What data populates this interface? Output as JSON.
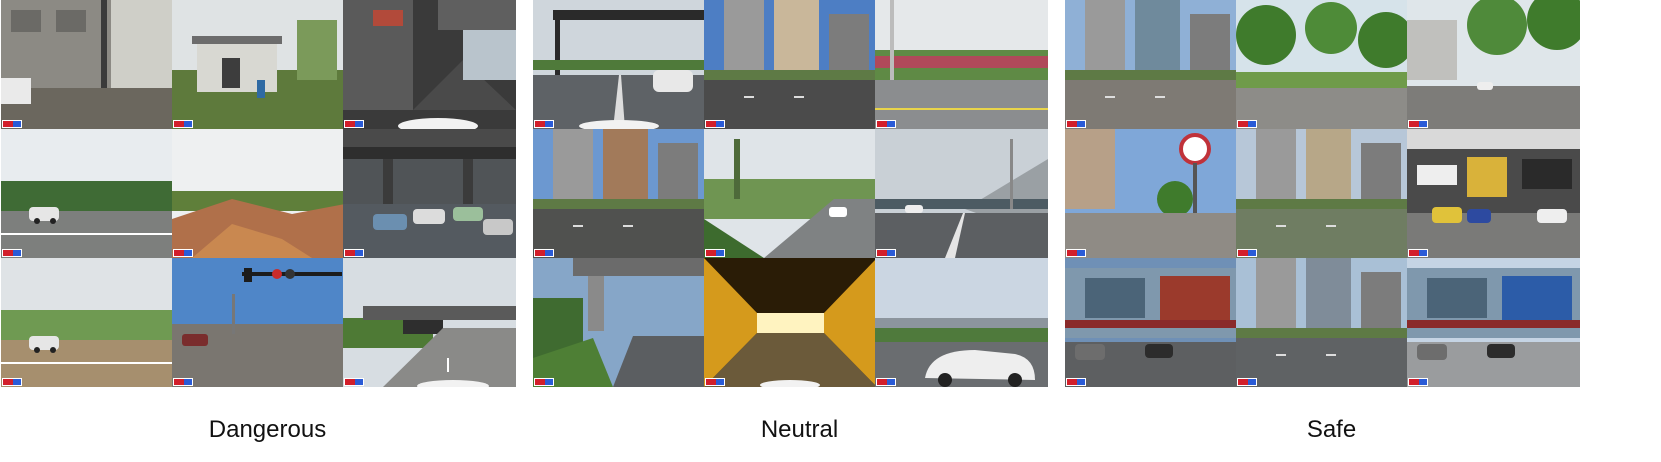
{
  "groups": [
    {
      "label": "Dangerous",
      "tiles": [
        {
          "sky": "#cfcfc8",
          "scene": "building",
          "ground": "#6b675e",
          "accent": "#8a7f70"
        },
        {
          "sky": "#dfe3e4",
          "scene": "shack",
          "ground": "#5e7a3c",
          "accent": "#2f6aa3"
        },
        {
          "sky": "#2e2e2e",
          "scene": "underpass",
          "ground": "#4a4a4a",
          "accent": "#b24a3a"
        },
        {
          "sky": "#e8ecef",
          "scene": "field-road",
          "ground": "#7d7f7d",
          "accent": "#3f6b35"
        },
        {
          "sky": "#eef0f1",
          "scene": "dirt",
          "ground": "#b0704a",
          "accent": "#5f7f3a"
        },
        {
          "sky": "#505457",
          "scene": "overpass",
          "ground": "#545a60",
          "accent": "#6b8fb0"
        },
        {
          "sky": "#dfe3e6",
          "scene": "field-road",
          "ground": "#a68f6e",
          "accent": "#6f9a52"
        },
        {
          "sky": "#4f86c8",
          "scene": "intersection",
          "ground": "#7a7670",
          "accent": "#1c1c1c"
        },
        {
          "sky": "#d7dde2",
          "scene": "bridge-road",
          "ground": "#8a8a88",
          "accent": "#4e7a35"
        }
      ]
    },
    {
      "label": "Neutral",
      "tiles": [
        {
          "sky": "#cfd6dc",
          "scene": "gantry-road",
          "ground": "#5e6266",
          "accent": "#2a2a2a"
        },
        {
          "sky": "#4d7ec4",
          "scene": "towers",
          "ground": "#4b4b4b",
          "accent": "#c9b79a"
        },
        {
          "sky": "#e5e8ea",
          "scene": "median",
          "ground": "#8b8d8f",
          "accent": "#b0495a"
        },
        {
          "sky": "#6c98d0",
          "scene": "towers",
          "ground": "#50514f",
          "accent": "#a27a5a"
        },
        {
          "sky": "#dfe4e8",
          "scene": "curve-road",
          "ground": "#7f8283",
          "accent": "#3d6b2e"
        },
        {
          "sky": "#c9d0d6",
          "scene": "highway",
          "ground": "#5c5f62",
          "accent": "#9aa0a4"
        },
        {
          "sky": "#86a6c8",
          "scene": "overpass-curve",
          "ground": "#5b5e61",
          "accent": "#4e7f35"
        },
        {
          "sky": "#5a3a08",
          "scene": "tunnel",
          "ground": "#d59a1c",
          "accent": "#fff3c0"
        },
        {
          "sky": "#cbd6e2",
          "scene": "city-road",
          "ground": "#6a6d70",
          "accent": "#eeeeee"
        }
      ]
    },
    {
      "label": "Safe",
      "tiles": [
        {
          "sky": "#8fb0d6",
          "scene": "towers",
          "ground": "#7e7a74",
          "accent": "#6f8a9c"
        },
        {
          "sky": "#d6e3ea",
          "scene": "park",
          "ground": "#8d8c88",
          "accent": "#3f7b2c"
        },
        {
          "sky": "#dfe6ea",
          "scene": "tree-street",
          "ground": "#7d7c79",
          "accent": "#4f8a3a"
        },
        {
          "sky": "#7fa7d8",
          "scene": "sign-street",
          "ground": "#8f8b85",
          "accent": "#c0323a"
        },
        {
          "sky": "#b7c7d8",
          "scene": "towers",
          "ground": "#6f7d62",
          "accent": "#b7a788"
        },
        {
          "sky": "#666a6e",
          "scene": "storefront",
          "ground": "#7a7a78",
          "accent": "#d9b23a"
        },
        {
          "sky": "#6f90b6",
          "scene": "mall",
          "ground": "#5d5f61",
          "accent": "#9b3a2c"
        },
        {
          "sky": "#a9c0d6",
          "scene": "towers",
          "ground": "#5f6264",
          "accent": "#7f8c99"
        },
        {
          "sky": "#c5d4e4",
          "scene": "mall",
          "ground": "#9a9c9e",
          "accent": "#2c5ca8"
        }
      ]
    }
  ]
}
